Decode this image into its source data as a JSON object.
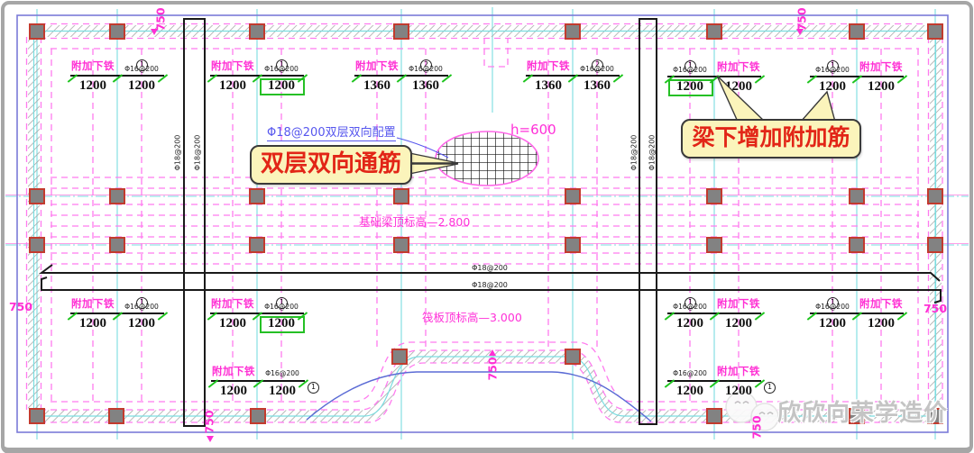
{
  "callouts": {
    "double_layer_text": "双层双向通筋",
    "beam_additional_text": "梁下增加附加筋"
  },
  "notes": {
    "blue_note": "Φ18@200双层双向配置",
    "h_value": "h=600",
    "beam_top_level": "基础梁顶标高—2.800",
    "slab_top_level": "筏板顶标高—3.000",
    "rebar_spec_18": "Φ18@200"
  },
  "labels": {
    "additional_bottom": "附加下铁",
    "spec_16": "Φ16@200",
    "dim_750": "750"
  },
  "dim_groups": [
    {
      "left": "附加下铁",
      "right": "Φ16@200",
      "circle": "1",
      "circle_pos": "right",
      "v1": "1200",
      "v2": "1200",
      "green1": false,
      "green2": false
    },
    {
      "left": "附加下铁",
      "right": "Φ16@200",
      "circle": "1",
      "circle_pos": "right",
      "v1": "1200",
      "v2": "1200",
      "green1": false,
      "green2": true
    },
    {
      "left": "附加下铁",
      "right": "Φ16@200",
      "circle": "2",
      "circle_pos": "right",
      "v1": "1360",
      "v2": "1360",
      "green1": false,
      "green2": false
    },
    {
      "left": "附加下铁",
      "right": "Φ16@200",
      "circle": "2",
      "circle_pos": "right",
      "v1": "1360",
      "v2": "1360",
      "green1": false,
      "green2": false
    },
    {
      "left": "Φ16@200",
      "right": "附加下铁",
      "circle": "1",
      "circle_pos": "left",
      "v1": "1200",
      "v2": "1200",
      "green1": true,
      "green2": false
    },
    {
      "left": "Φ16@200",
      "right": "附加下铁",
      "circle": "1",
      "circle_pos": "left",
      "v1": "1200",
      "v2": "1200",
      "green1": false,
      "green2": false
    },
    {
      "left": "附加下铁",
      "right": "Φ16@200",
      "circle": "1",
      "circle_pos": "right",
      "v1": "1200",
      "v2": "1200",
      "green1": false,
      "green2": false
    },
    {
      "left": "附加下铁",
      "right": "Φ16@200",
      "circle": "1",
      "circle_pos": "right",
      "v1": "1200",
      "v2": "1200",
      "green1": false,
      "green2": true
    },
    {
      "left": "Φ16@200",
      "right": "附加下铁",
      "circle": "1",
      "circle_pos": "left",
      "v1": "1200",
      "v2": "1200",
      "green1": false,
      "green2": false
    },
    {
      "left": "Φ16@200",
      "right": "附加下铁",
      "circle": "1",
      "circle_pos": "left",
      "v1": "1200",
      "v2": "1200",
      "green1": false,
      "green2": false
    },
    {
      "left": "附加下铁",
      "right": "Φ16@200",
      "circle": "1",
      "circle_pos": "outside",
      "v1": "1200",
      "v2": "1200",
      "green1": false,
      "green2": false
    },
    {
      "left": "Φ16@200",
      "right": "附加下铁",
      "circle": "1",
      "circle_pos": "outside",
      "v1": "1200",
      "v2": "1200",
      "green1": false,
      "green2": false
    }
  ],
  "watermark": {
    "text": "欣欣向荣学造价",
    "icon": "wechat-emoji-icon"
  },
  "colors": {
    "magenta_text": "#ff2fd4",
    "dashed_pink": "#ff7bef",
    "cyan_grid": "#7adde0",
    "green_tick": "#1ec41e",
    "red_callout_text": "#e22517",
    "callout_bg": "#fbf4bb",
    "column_fill": "#828282",
    "column_border": "#c23b2e",
    "frame_blue": "#7b7bd8",
    "note_blue": "#5656ee",
    "rebar_black": "#1a1a1a"
  }
}
